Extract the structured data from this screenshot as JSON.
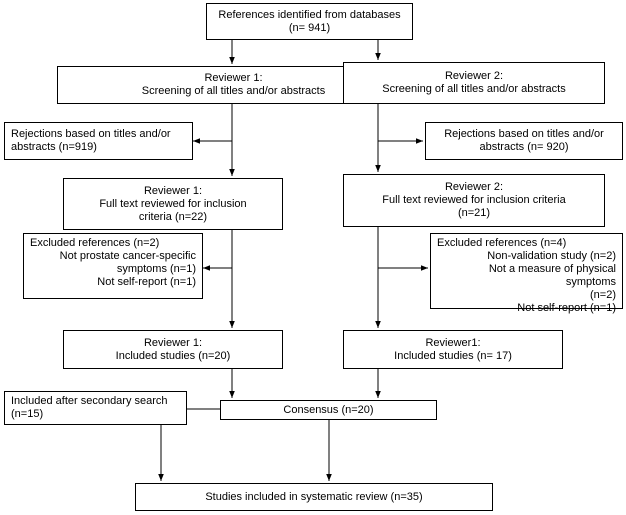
{
  "top": {
    "line1": "References identified from databases",
    "line2": "(n= 941)"
  },
  "left": {
    "screen": {
      "line1": "Reviewer 1:",
      "line2": "Screening of all titles and/or abstracts"
    },
    "reject": {
      "line1": "Rejections based on titles and/or",
      "line2": "abstracts (n=919)"
    },
    "fulltext": {
      "line1": "Reviewer 1:",
      "line2": "Full text reviewed for inclusion",
      "line3": "criteria (n=22)"
    },
    "excluded": {
      "line1": "Excluded references (n=2)",
      "line2": "Not prostate cancer-specific",
      "line3": "symptoms (n=1)",
      "line4": "Not self-report (n=1)"
    },
    "included": {
      "line1": "Reviewer 1:",
      "line2": "Included studies (n=20)"
    }
  },
  "right": {
    "screen": {
      "line1": "Reviewer 2:",
      "line2": "Screening of all titles and/or abstracts"
    },
    "reject": {
      "line1": "Rejections based on titles and/or",
      "line2": "abstracts (n= 920)"
    },
    "fulltext": {
      "line1": "Reviewer 2:",
      "line2": "Full text reviewed for inclusion criteria",
      "line3": "(n=21)"
    },
    "excluded": {
      "line1": "Excluded references (n=4)",
      "line2": "Non-validation study (n=2)",
      "line3": "Not a measure of physical symptoms",
      "line4": "(n=2)",
      "line5": "Not self-report (n=1)"
    },
    "included": {
      "line1": "Reviewer1:",
      "line2": "Included studies (n= 17)"
    }
  },
  "secondary": {
    "line1": "Included after secondary search",
    "line2": "(n=15)"
  },
  "consensus": {
    "label": "Consensus (n=20)"
  },
  "final": {
    "label": "Studies included in systematic review (n=35)"
  }
}
